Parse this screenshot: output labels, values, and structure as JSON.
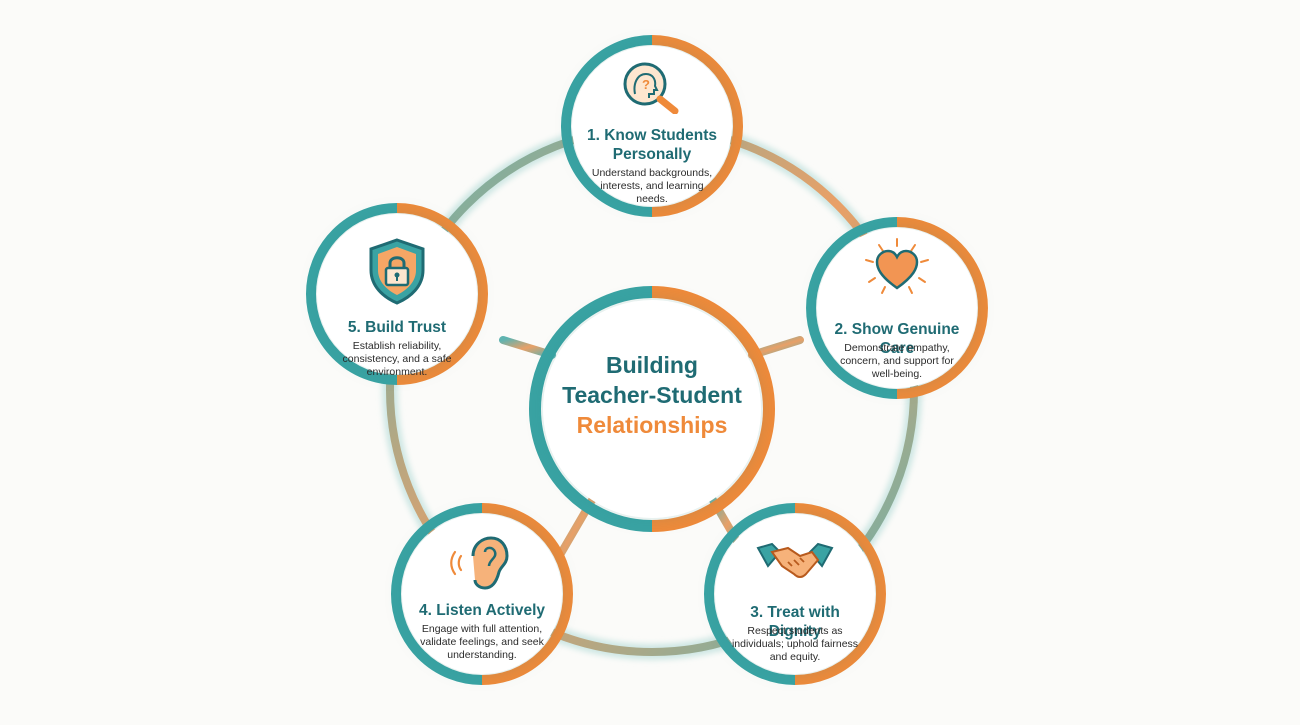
{
  "center": {
    "line1": "Building",
    "line2": "Teacher-Student",
    "line3": "Relationships"
  },
  "steps": [
    {
      "title": "1. Know Students Personally",
      "description": "Understand backgrounds, interests, and learning needs.",
      "icon": "magnifier-head-icon"
    },
    {
      "title": "2. Show Genuine Care",
      "description": "Demonstrate empathy, concern, and support for well-being.",
      "icon": "glowing-heart-icon"
    },
    {
      "title": "3. Treat with Dignity",
      "description": "Respect students as individuals; uphold fairness and equity.",
      "icon": "handshake-icon"
    },
    {
      "title": "4. Listen Actively",
      "description": "Engage with full attention, validate feelings, and seek understanding.",
      "icon": "ear-icon"
    },
    {
      "title": "5. Build Trust",
      "description": "Establish reliability, consistency, and a safe environment.",
      "icon": "shield-lock-icon"
    }
  ],
  "colors": {
    "teal": "#1f6b73",
    "teal_ring": "#3aa3a3",
    "orange": "#ef8a3a",
    "background": "#fbfbf9"
  }
}
